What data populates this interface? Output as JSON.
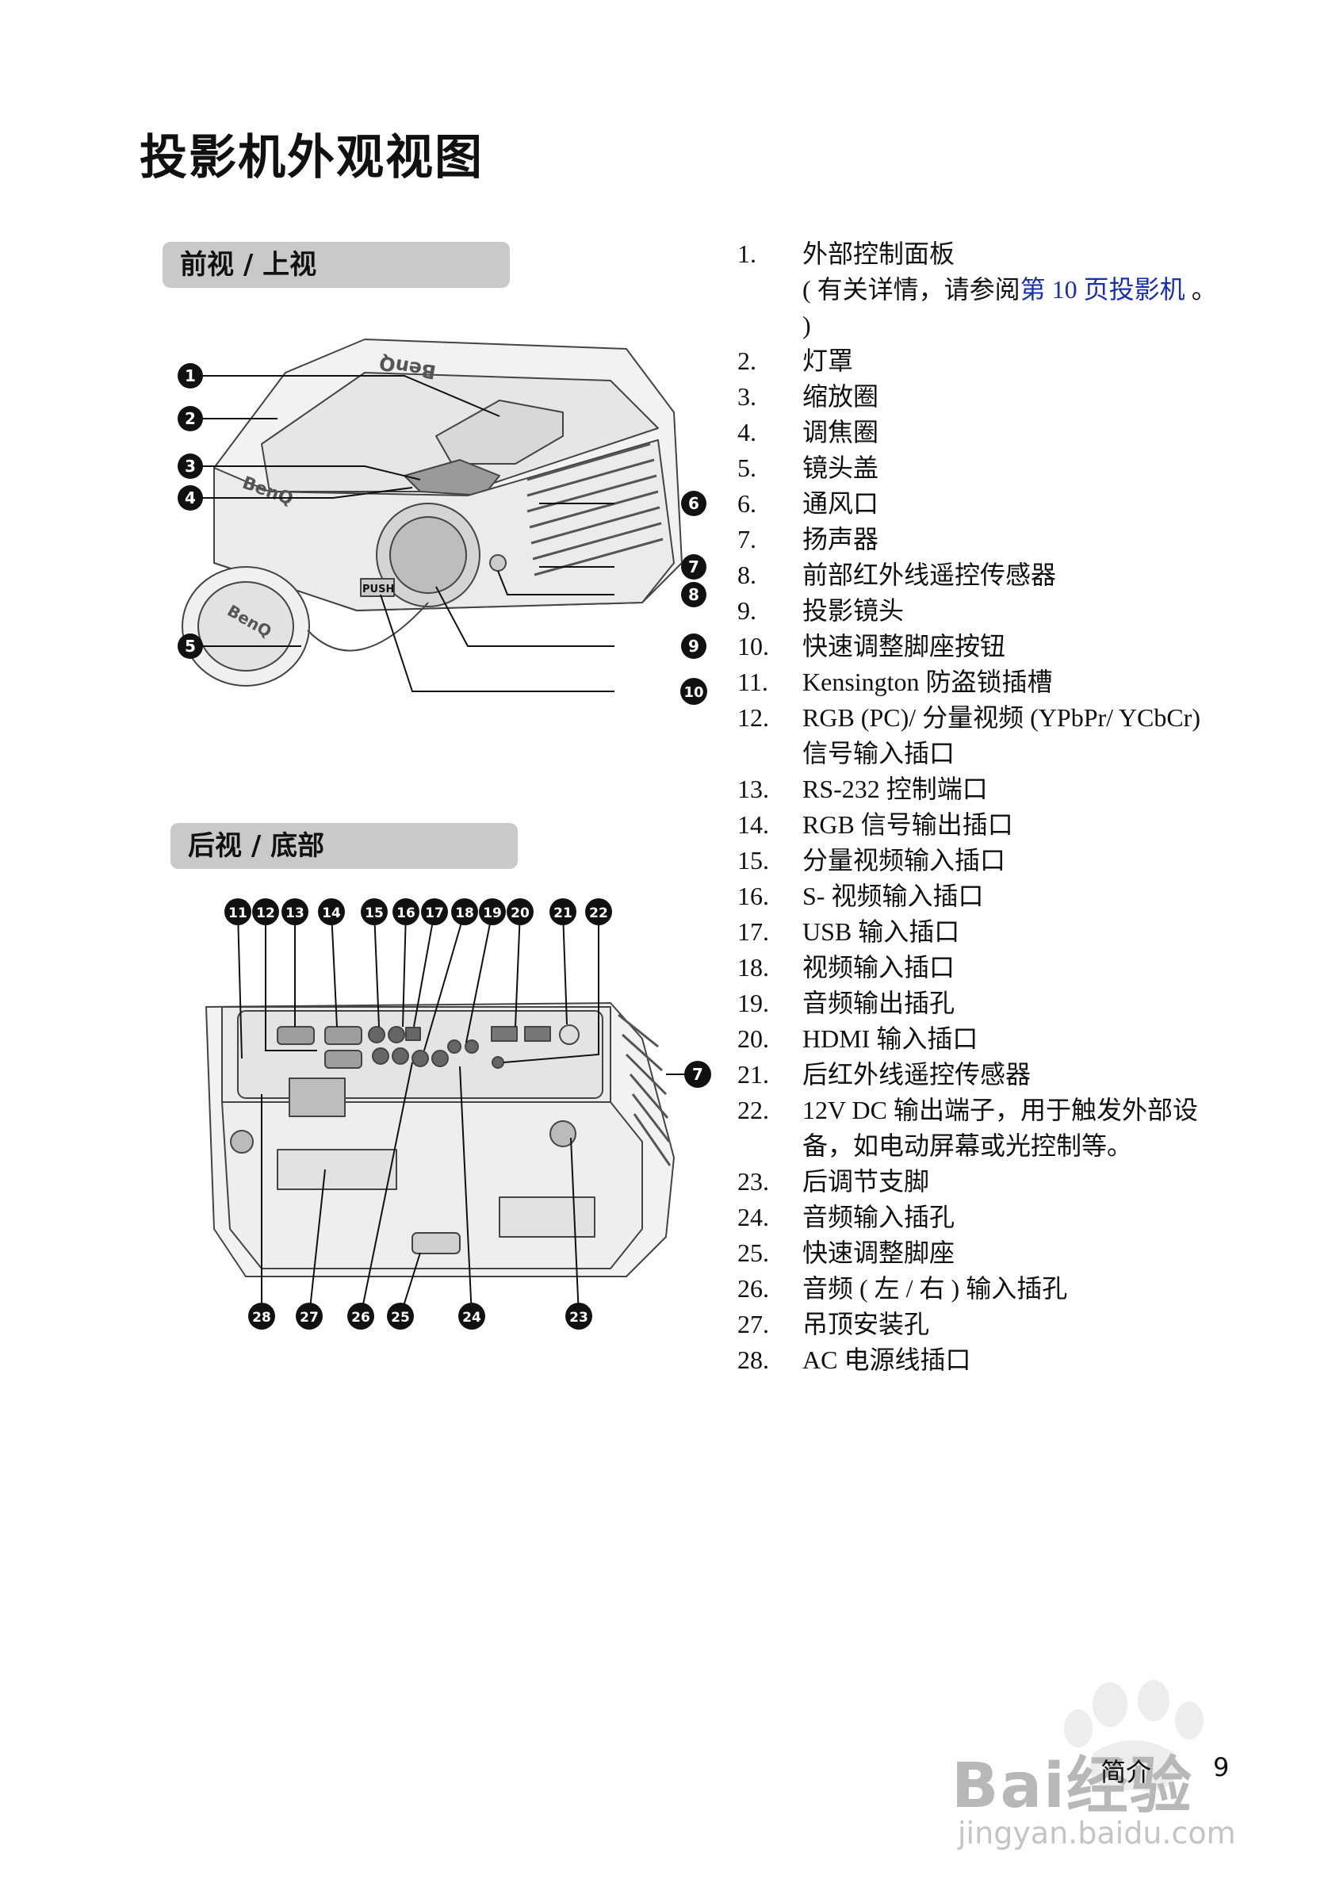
{
  "page_title": "投影机外观视图",
  "sections": {
    "front": "前视 / 上视",
    "rear": "后视 / 底部"
  },
  "parts": [
    {
      "num": "1.",
      "label": "外部控制面板",
      "note_pre": "( 有关详情，请参阅",
      "note_link": "第 10 页投影机",
      "note_post": " 。 )"
    },
    {
      "num": "2.",
      "label": "灯罩"
    },
    {
      "num": "3.",
      "label": "缩放圈"
    },
    {
      "num": "4.",
      "label": "调焦圈"
    },
    {
      "num": "5.",
      "label": "镜头盖"
    },
    {
      "num": "6.",
      "label": "通风口"
    },
    {
      "num": "7.",
      "label": "扬声器"
    },
    {
      "num": "8.",
      "label": "前部红外线遥控传感器"
    },
    {
      "num": "9.",
      "label": "投影镜头"
    },
    {
      "num": "10.",
      "label": "快速调整脚座按钮"
    },
    {
      "num": "11.",
      "label": "Kensington 防盗锁插槽"
    },
    {
      "num": "12.",
      "label": "RGB (PC)/ 分量视频 (YPbPr/ YCbCr) 信号输入插口"
    },
    {
      "num": "13.",
      "label": "RS-232 控制端口"
    },
    {
      "num": "14.",
      "label": "RGB 信号输出插口"
    },
    {
      "num": "15.",
      "label": "分量视频输入插口"
    },
    {
      "num": "16.",
      "label": "S- 视频输入插口"
    },
    {
      "num": "17.",
      "label": "USB 输入插口"
    },
    {
      "num": "18.",
      "label": "视频输入插口"
    },
    {
      "num": "19.",
      "label": "音频输出插孔"
    },
    {
      "num": "20.",
      "label": "HDMI 输入插口"
    },
    {
      "num": "21.",
      "label": "后红外线遥控传感器"
    },
    {
      "num": "22.",
      "label": "12V DC 输出端子，用于触发外部设备，如电动屏幕或光控制等。"
    },
    {
      "num": "23.",
      "label": "后调节支脚"
    },
    {
      "num": "24.",
      "label": "音频输入插孔"
    },
    {
      "num": "25.",
      "label": "快速调整脚座"
    },
    {
      "num": "26.",
      "label": "音频 ( 左 / 右 ) 输入插孔"
    },
    {
      "num": "27.",
      "label": "吊顶安装孔"
    },
    {
      "num": "28.",
      "label": "AC 电源线插口"
    }
  ],
  "front_callouts": [
    "1",
    "2",
    "3",
    "4",
    "5",
    "6",
    "7",
    "8",
    "9",
    "10"
  ],
  "rear_callouts_top": [
    "11",
    "12",
    "13",
    "14",
    "15",
    "16",
    "17",
    "18",
    "19",
    "20",
    "21",
    "22"
  ],
  "rear_callout_side": "7",
  "rear_callouts_bottom": [
    "28",
    "27",
    "26",
    "25",
    "24",
    "23"
  ],
  "device_text": {
    "brand": "BenQ",
    "push": "PUSH"
  },
  "footer": {
    "section": "简介",
    "page": "9"
  },
  "watermark": {
    "text": "Bai经验",
    "url": "jingyan.baidu.com"
  }
}
